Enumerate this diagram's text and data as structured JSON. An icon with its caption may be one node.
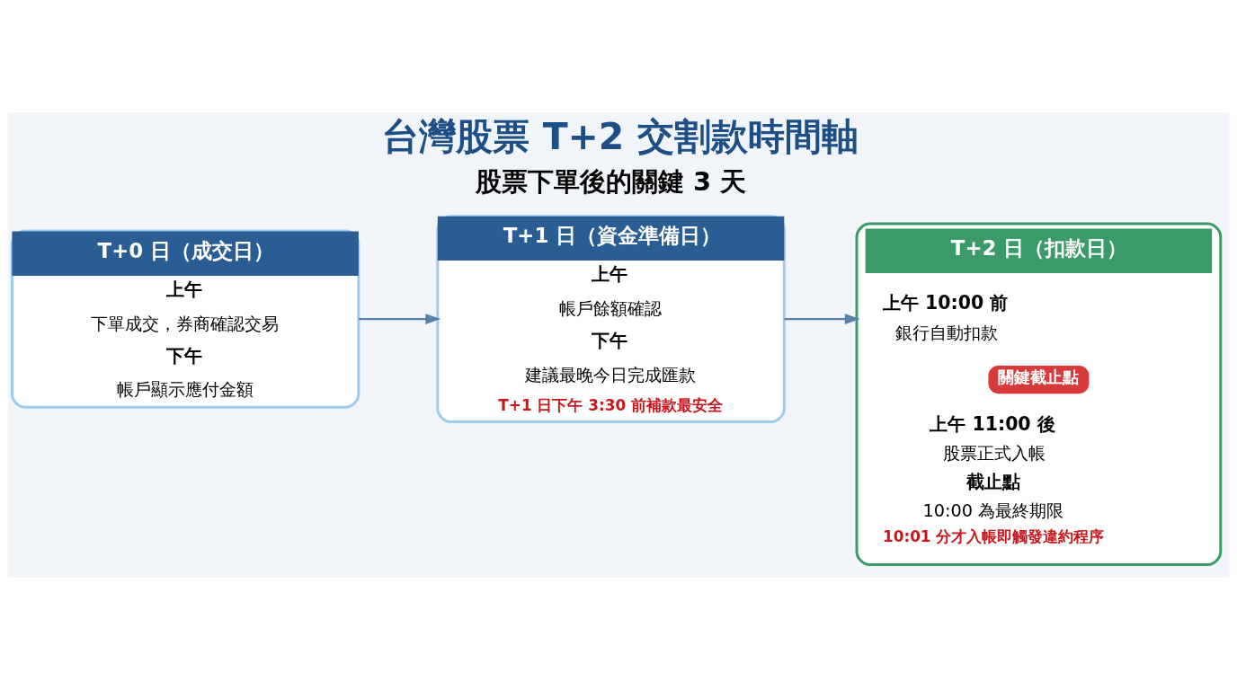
{
  "diagram": {
    "title": "台灣股票 T+2 交割款時間軸",
    "nodes": [
      {
        "text": [
          "T+0 日（成交日）",
          "上午",
          "下單成交，券商確認交易",
          "下午",
          "帳戶顯示應付金額"
        ]
      },
      {
        "text": [
          "T+1 日（資金準備日）",
          "上午",
          "帳戶餘額確認",
          "下午",
          "建議最晚今日完成匯款",
          "T+1 日下午 3:30 前補款最安全"
        ]
      },
      {
        "text": [
          "T+2 日（扣款日）",
          "上午 10:00 前",
          "銀行自動扣款",
          "上午 11:00 後",
          "股票正式入帳",
          "截止點",
          "10:00 為最終期限",
          "10:01 分才入帳即觸發違約程序"
        ]
      },
      {
        "text": [
          "關鍵截止點"
        ],
        "in": 2
      }
    ],
    "edges": [
      {
        "from": 0,
        "to": 1,
        "arrow": "to"
      },
      {
        "from": 1,
        "to": 2,
        "arrow": "to"
      }
    ],
    "labels": [
      "股票下單後的關鍵 3 天"
    ]
  }
}
